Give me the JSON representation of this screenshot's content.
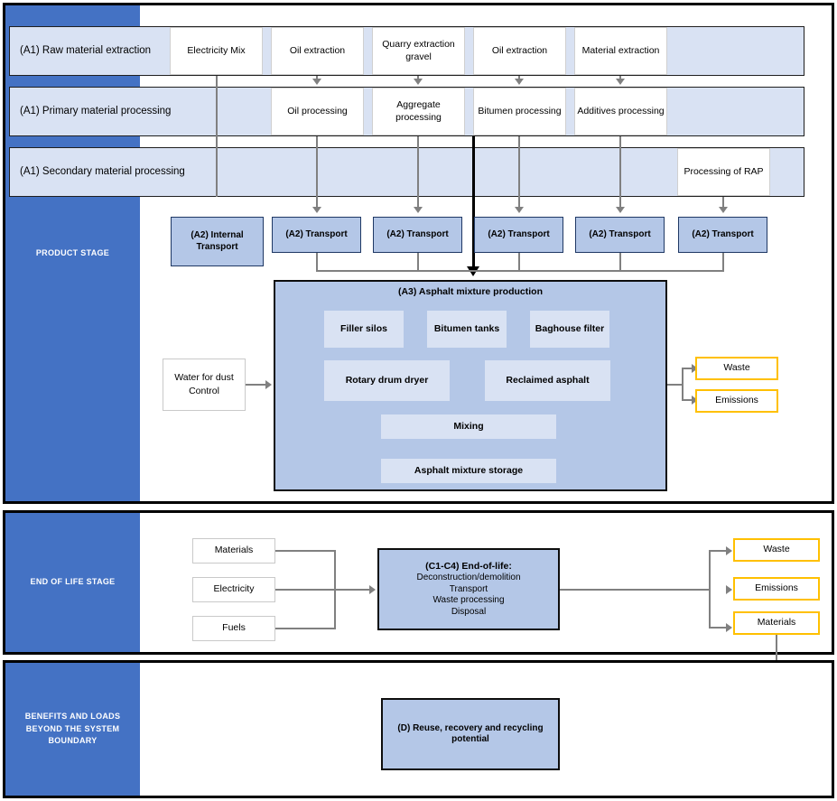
{
  "stages": {
    "product": "PRODUCT STAGE",
    "end_of_life": "END OF LIFE STAGE",
    "benefits": "BENEFITS AND LOADS BEYOND THE SYSTEM BOUNDARY"
  },
  "rows": {
    "a1_raw": "(A1) Raw material extraction",
    "a1_primary": "(A1) Primary material processing",
    "a1_secondary": "(A1) Secondary material processing"
  },
  "raw_extraction": [
    "Electricity Mix",
    "Oil extraction",
    "Quarry extraction gravel",
    "Oil extraction",
    "Material extraction"
  ],
  "primary_processing": [
    "Oil processing",
    "Aggregate processing",
    "Bitumen processing",
    "Additives processing"
  ],
  "secondary_processing": [
    "Processing of RAP"
  ],
  "transport": [
    "(A2) Internal Transport",
    "(A2) Transport",
    "(A2) Transport",
    "(A2) Transport",
    "(A2) Transport",
    "(A2) Transport"
  ],
  "production": {
    "title": "(A3) Asphalt mixture production",
    "units": [
      "Filler silos",
      "Bitumen tanks",
      "Baghouse filter",
      "Rotary drum dryer",
      "Reclaimed asphalt",
      "Mixing",
      "Asphalt mixture storage"
    ],
    "input": "Water for dust Control",
    "outputs": [
      "Waste",
      "Emissions"
    ]
  },
  "eol": {
    "inputs": [
      "Materials",
      "Electricity",
      "Fuels"
    ],
    "box_title": "(C1-C4) End-of-life:",
    "box_lines": [
      "Deconstruction/demolition",
      "Transport",
      "Waste processing",
      "Disposal"
    ],
    "outputs": [
      "Waste",
      "Emissions",
      "Materials"
    ]
  },
  "module_d": {
    "label": "(D) Reuse, recovery and recycling potential"
  },
  "colors": {
    "stage_blue": "#4472C4",
    "band_fill": "#D9E2F3",
    "a2_fill": "#B4C7E7",
    "a3_fill": "#B4C7E7",
    "subunit_fill": "#D9E2F3",
    "output_border": "#FFC000",
    "connector": "#808080"
  }
}
